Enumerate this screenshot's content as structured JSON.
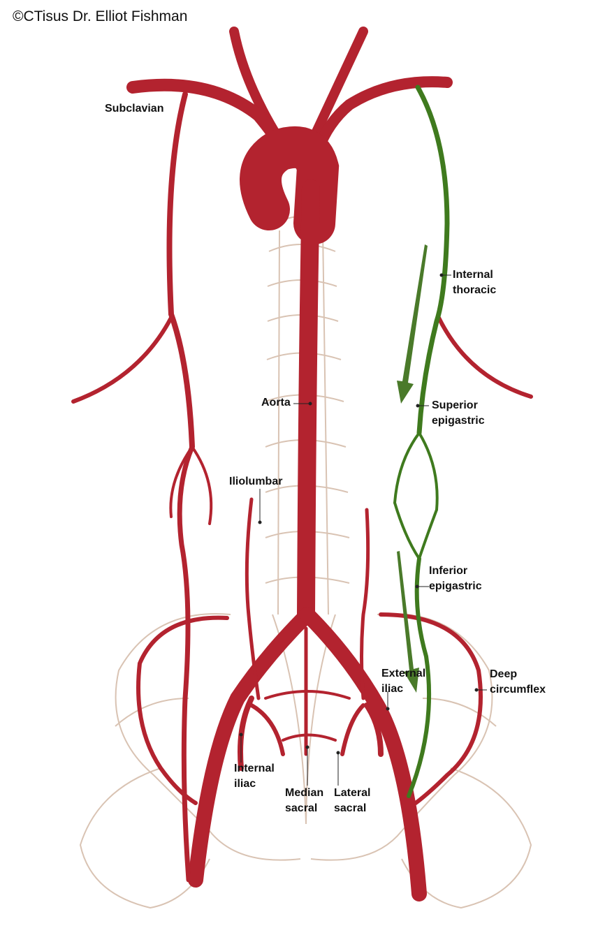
{
  "copyright": "©CTisus Dr. Elliot Fishman",
  "colors": {
    "artery": "#b3232f",
    "artery_dark": "#8a1620",
    "collateral": "#3f7a1e",
    "arrow": "#4a7a2a",
    "bone": "#d9c3b3",
    "text": "#111111",
    "background": "#ffffff"
  },
  "labels": {
    "subclavian": "Subclavian",
    "internal_thoracic": [
      "Internal",
      "thoracic"
    ],
    "aorta": "Aorta",
    "superior_epigastric": [
      "Superior",
      "epigastric"
    ],
    "iliolumbar": "Iliolumbar",
    "inferior_epigastric": [
      "Inferior",
      "epigastric"
    ],
    "external_iliac": [
      "External",
      "iliac"
    ],
    "deep_circumflex": [
      "Deep",
      "circumflex"
    ],
    "internal_iliac": [
      "Internal",
      "iliac"
    ],
    "median_sacral": [
      "Median",
      "sacral"
    ],
    "lateral_sacral": [
      "Lateral",
      "sacral"
    ]
  }
}
